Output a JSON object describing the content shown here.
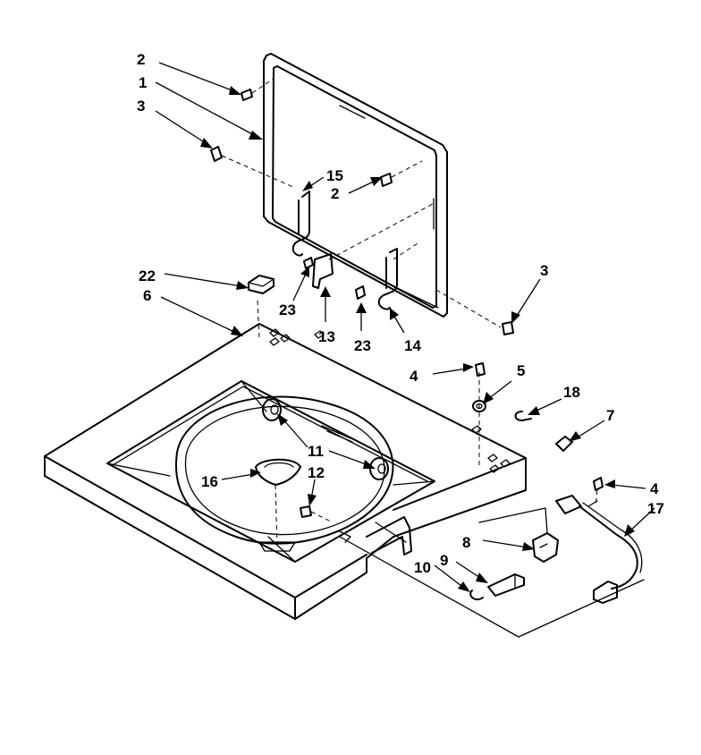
{
  "callouts": {
    "c1": "1",
    "c2a": "2",
    "c2b": "2",
    "c3a": "3",
    "c3b": "3",
    "c4a": "4",
    "c4b": "4",
    "c5": "5",
    "c6": "6",
    "c7": "7",
    "c8": "8",
    "c9": "9",
    "c10": "10",
    "c11": "11",
    "c12": "12",
    "c13": "13",
    "c14": "14",
    "c15": "15",
    "c16": "16",
    "c17": "17",
    "c18": "18",
    "c22": "22",
    "c23a": "23",
    "c23b": "23"
  }
}
